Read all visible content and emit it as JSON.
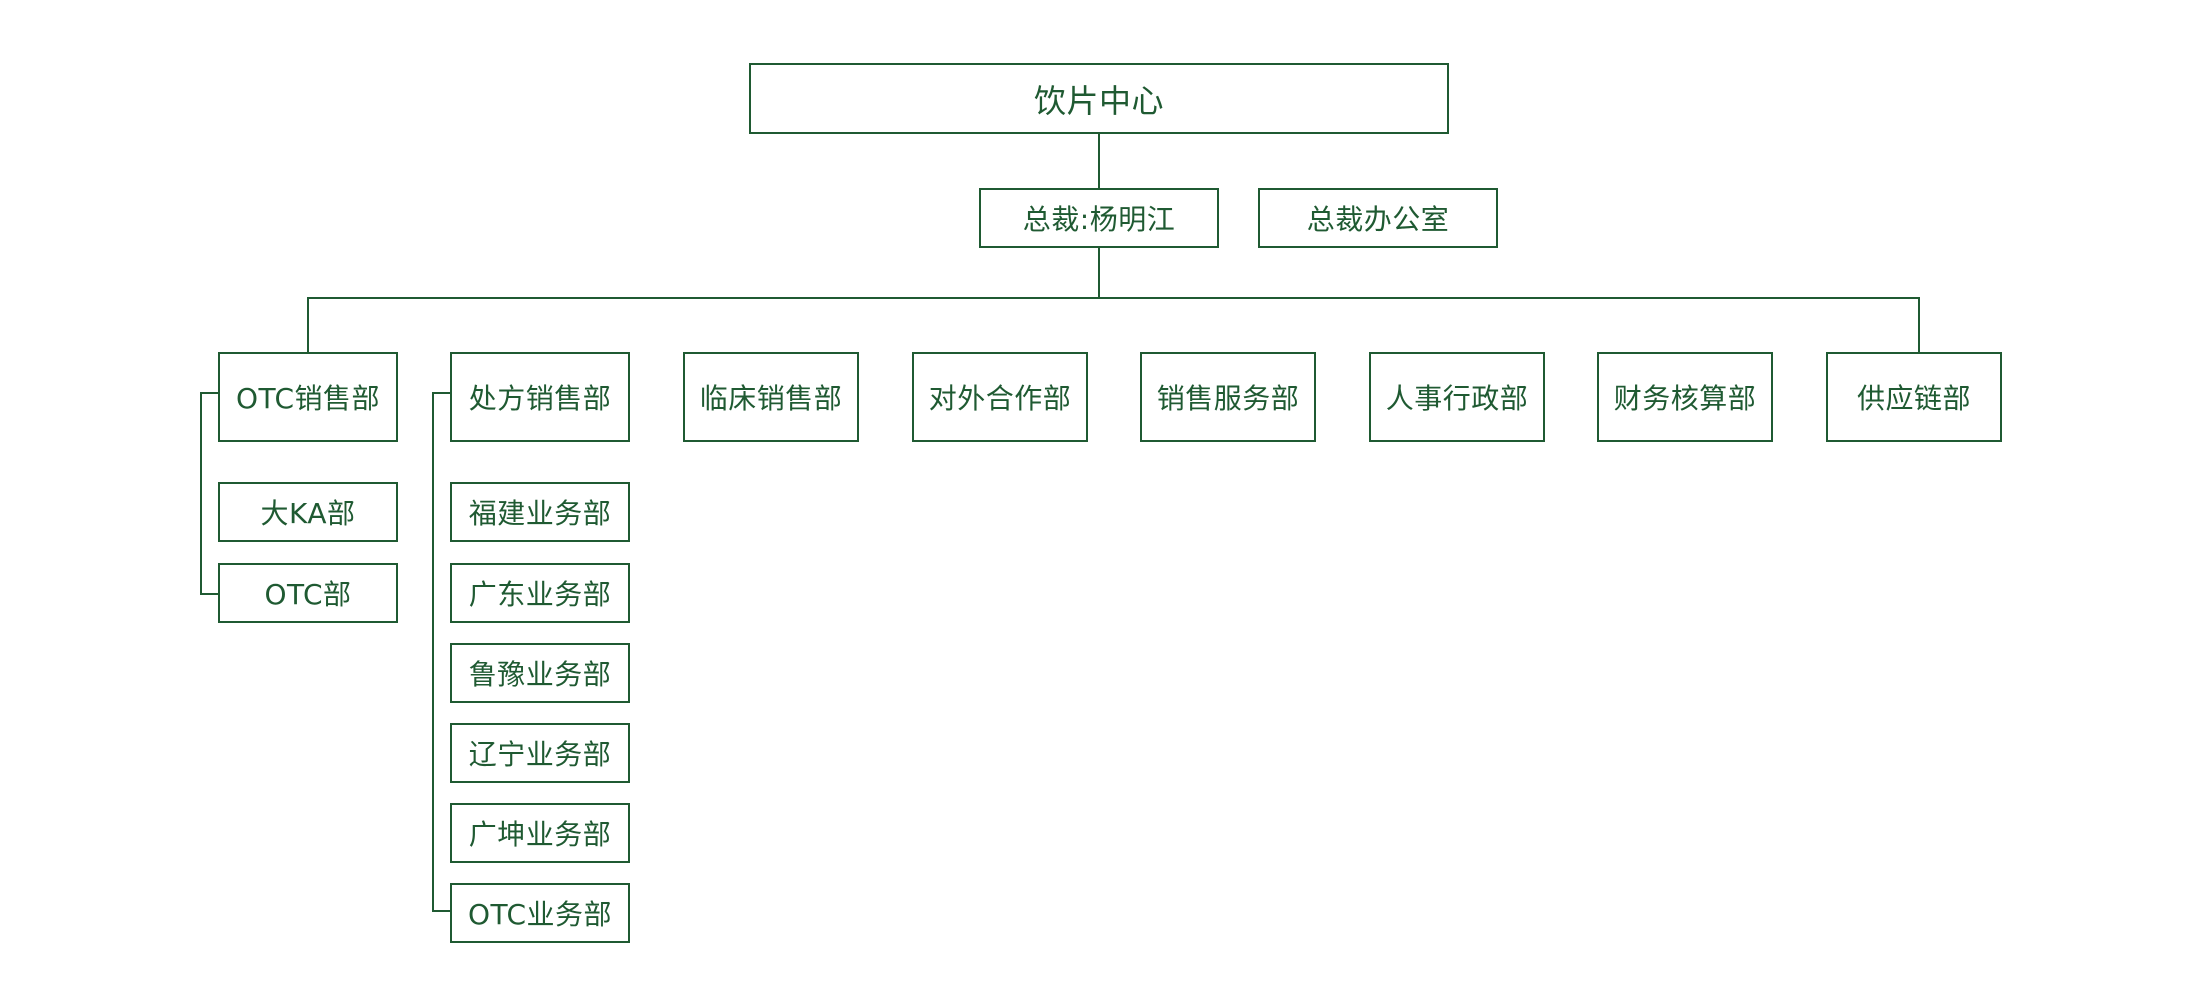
{
  "colors": {
    "line": "#1f5a32",
    "text": "#1f5a32",
    "background": "#ffffff"
  },
  "org": {
    "root": "饮片中心",
    "president": "总裁:杨明江",
    "office": "总裁办公室",
    "departments": [
      "OTC销售部",
      "处方销售部",
      "临床销售部",
      "对外合作部",
      "销售服务部",
      "人事行政部",
      "财务核算部",
      "供应链部"
    ],
    "otc_children": [
      "大KA部",
      "OTC部"
    ],
    "rx_children": [
      "福建业务部",
      "广东业务部",
      "鲁豫业务部",
      "辽宁业务部",
      "广坤业务部",
      "OTC业务部"
    ]
  }
}
